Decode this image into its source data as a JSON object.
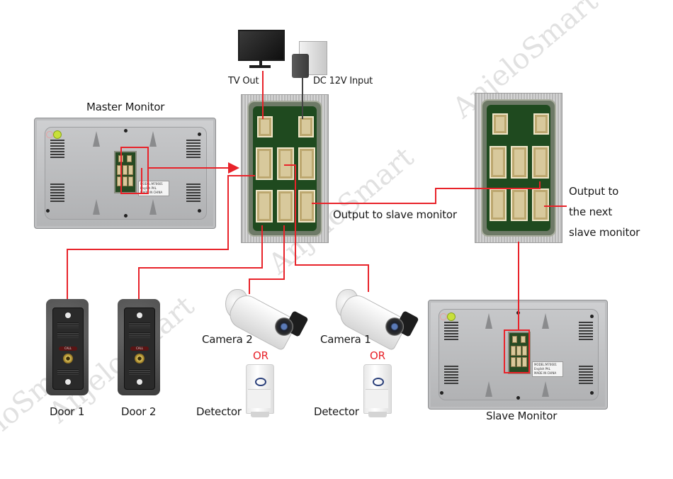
{
  "diagram": {
    "title": "Video intercom wiring diagram",
    "wire_color": "#e8232a",
    "power_wire_color": "#444444",
    "watermark": "AnjeloSmart"
  },
  "labels": {
    "master_monitor": "Master Monitor",
    "slave_monitor": "Slave Monitor",
    "tv_out": "TV Out",
    "dc_input": "DC 12V Input",
    "output_to_slave": "Output to slave monitor",
    "output_next_line1": "Output to",
    "output_next_line2": "the next",
    "output_next_line3": "slave monitor",
    "door1": "Door 1",
    "door2": "Door 2",
    "camera2": "Camera 2",
    "camera1": "Camera 1",
    "or": "OR",
    "detector": "Detector"
  },
  "devices": {
    "door_station_button": "CALL",
    "monitor_sticker": [
      "MODEL:M70601",
      "English PAL",
      "MADE IN CHINA"
    ]
  },
  "connections": [
    {
      "from": "Master Monitor",
      "to": "Master connector board"
    },
    {
      "from": "Master connector board (Door 1 port)",
      "to": "Door 1"
    },
    {
      "from": "Master connector board (Door 2 port)",
      "to": "Door 2"
    },
    {
      "from": "Master connector board (CAM2 port)",
      "to": "Camera 2 / Detector"
    },
    {
      "from": "Master connector board (CAM1 port)",
      "to": "Camera 1 / Detector"
    },
    {
      "from": "Master connector board (OUT port)",
      "to": "Slave connector board"
    },
    {
      "from": "Slave connector board",
      "to": "Slave Monitor"
    },
    {
      "from": "Master connector board (TV port)",
      "to": "TV"
    },
    {
      "from": "DC 12V adapter",
      "to": "Master connector board (DC port)"
    }
  ]
}
